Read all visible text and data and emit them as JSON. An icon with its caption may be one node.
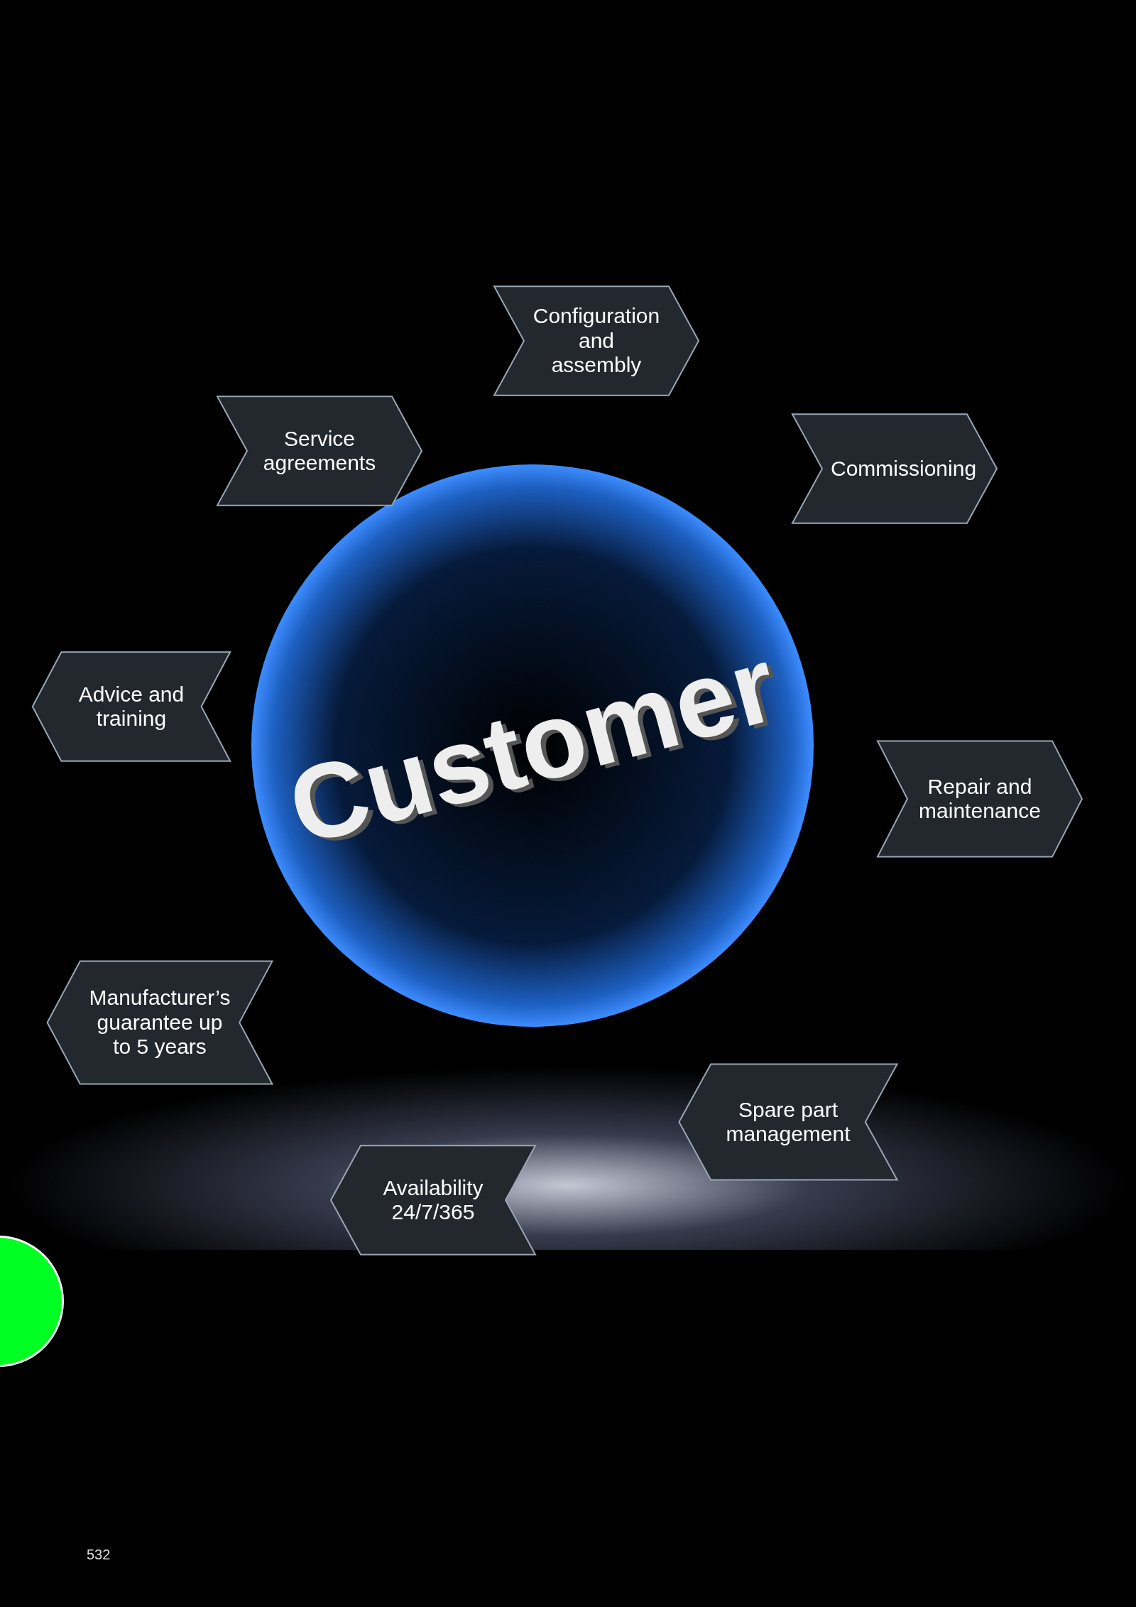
{
  "diagram": {
    "nodes": [
      {
        "text": [
          "Customer"
        ]
      },
      {
        "text": [
          "Configuration and assembly"
        ]
      },
      {
        "text": [
          "Commissioning"
        ]
      },
      {
        "text": [
          "Repair and maintenance"
        ]
      },
      {
        "text": [
          "Spare part management"
        ]
      },
      {
        "text": [
          "Availability 24/7/365"
        ]
      },
      {
        "text": [
          "Manufacturer’s guarantee up to 5 years"
        ]
      },
      {
        "text": [
          "Advice and training"
        ]
      },
      {
        "text": [
          "Service agreements"
        ]
      }
    ],
    "labels": [
      "532"
    ]
  }
}
